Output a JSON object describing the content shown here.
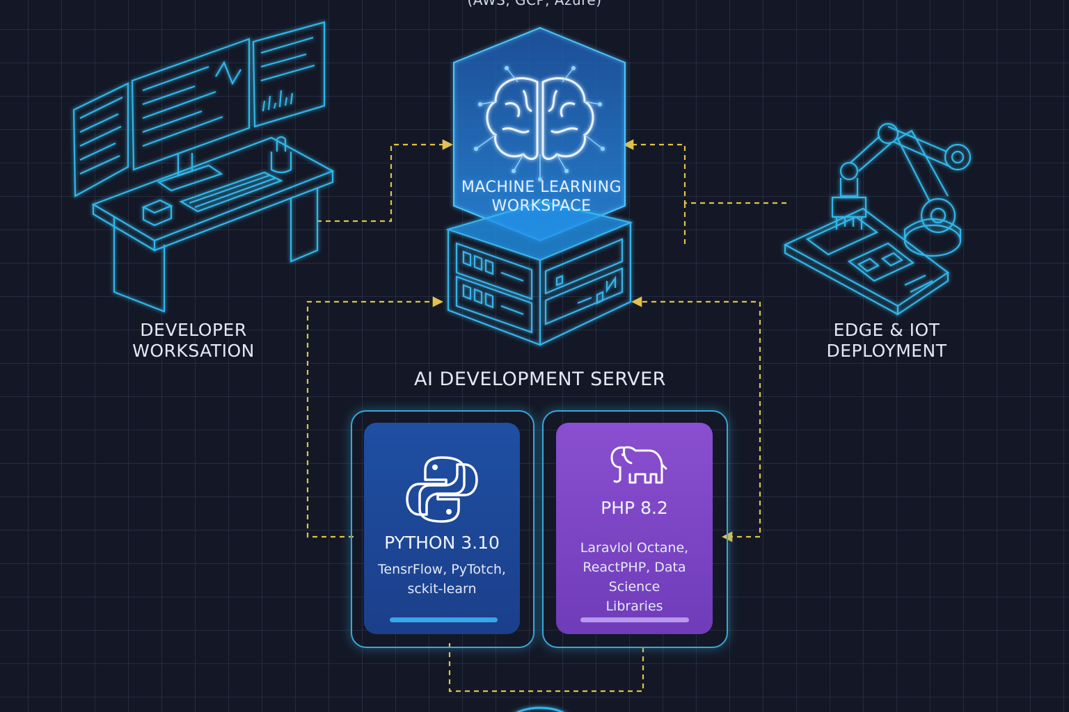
{
  "cloud": {
    "caption": "(AWS, GCP, Azure)"
  },
  "nodes": {
    "developer": {
      "label_line1": "DEVELOPER",
      "label_line2": "WORKSATION"
    },
    "ml_workspace": {
      "label_line1": "MACHINE LEARNING",
      "label_line2": "WORKSPACE"
    },
    "edge": {
      "label_line1": "EDGE & IOT",
      "label_line2": "DEPLOYMENT"
    },
    "server": {
      "title": "AI DEVELOPMENT SERVER"
    }
  },
  "cards": {
    "python": {
      "icon": "python-logo-icon",
      "title": "PYTHON 3.10",
      "desc_line1": "TensrFlow, PyTotch,",
      "desc_line2": "sckit-learn"
    },
    "php": {
      "icon": "elephant-icon",
      "title": "PHP 8.2",
      "desc_line1": "Laravlol Octane,",
      "desc_line2": "ReactPHP, Data Science",
      "desc_line3": "Libraries"
    }
  },
  "colors": {
    "background": "#141826",
    "grid": "#3a4660",
    "accent_cyan": "#37a9d9",
    "connector_yellow": "#e2c24a",
    "python_card": "#1f4fa3",
    "php_card": "#7e46c6"
  }
}
